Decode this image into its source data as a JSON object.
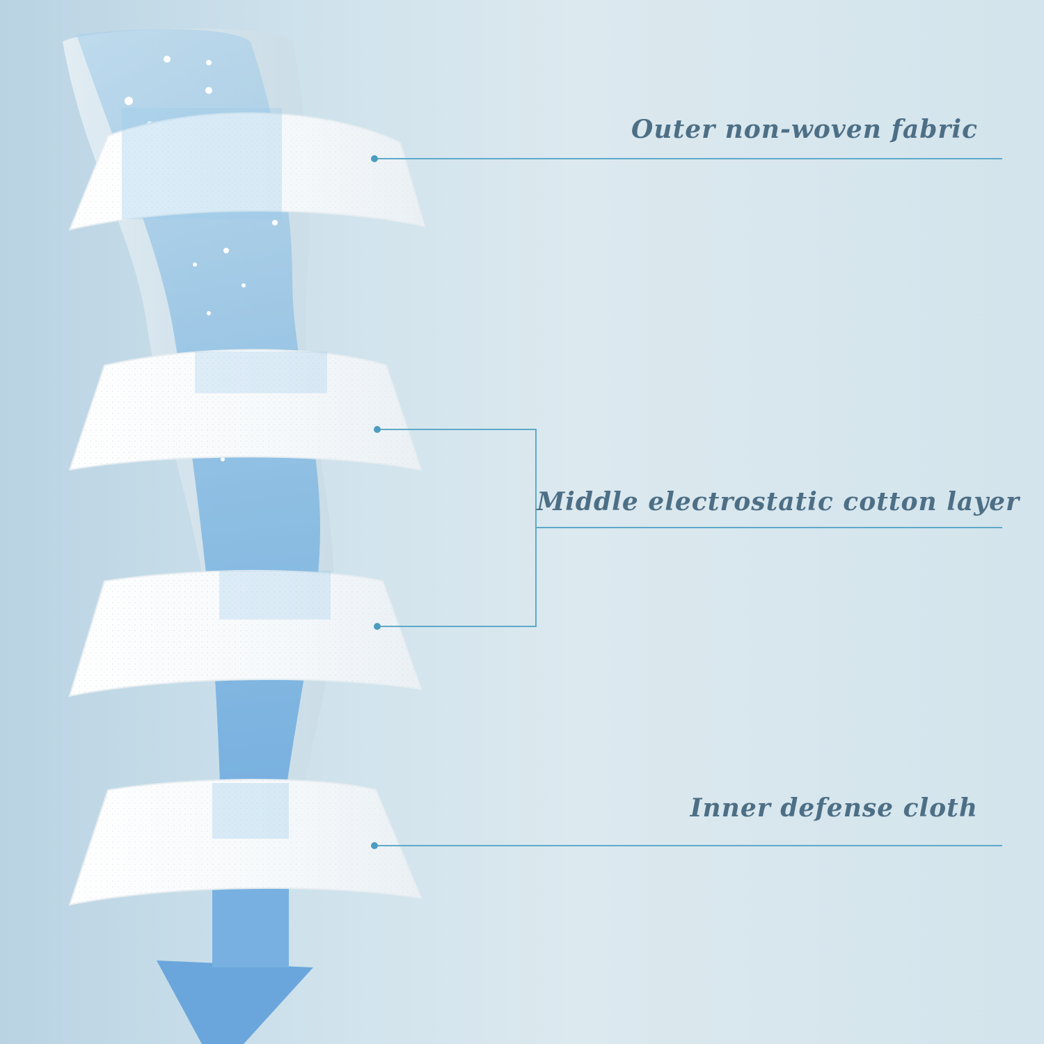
{
  "layers": [
    {
      "id": "outer",
      "label": "Outer non-woven fabric"
    },
    {
      "id": "middle",
      "label": "Middle electrostatic cotton layer"
    },
    {
      "id": "inner",
      "label": "Inner defense cloth"
    }
  ],
  "colors": {
    "label_text": "#4d6f86",
    "leader_line": "#5ea9c8",
    "airflow": "#7fb6e0",
    "fabric": "#fbfdfe"
  }
}
